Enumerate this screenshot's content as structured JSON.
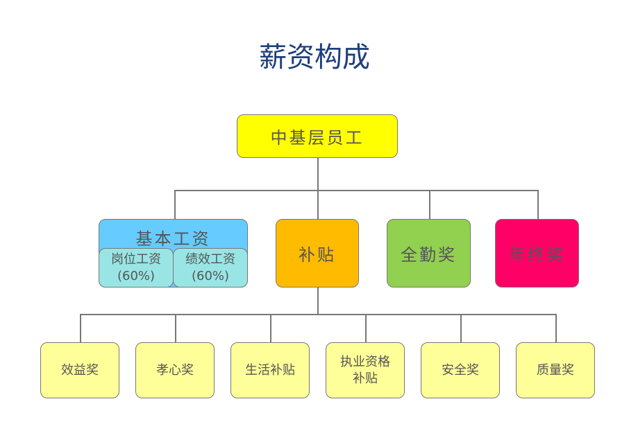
{
  "title": "薪资构成",
  "root": {
    "label": "中基层员工",
    "color": "#ffff00"
  },
  "level2": [
    {
      "label": "基本工资",
      "color": "#66ccff",
      "children": [
        {
          "label": "岗位工资",
          "note": "(60%)",
          "color": "#99e5e5"
        },
        {
          "label": "绩效工资",
          "note": "(60%)",
          "color": "#99e5e5"
        }
      ]
    },
    {
      "label": "补贴",
      "color": "#ffbb00"
    },
    {
      "label": "全勤奖",
      "color": "#92d050"
    },
    {
      "label": "年终奖",
      "color": "#ff0066"
    }
  ],
  "subsidies": [
    {
      "label": "效益奖"
    },
    {
      "label": "孝心奖"
    },
    {
      "label": "生活补贴"
    },
    {
      "label": "执业资格",
      "label2": "补贴"
    },
    {
      "label": "安全奖"
    },
    {
      "label": "质量奖"
    }
  ],
  "subsidy_color": "#ffff99"
}
